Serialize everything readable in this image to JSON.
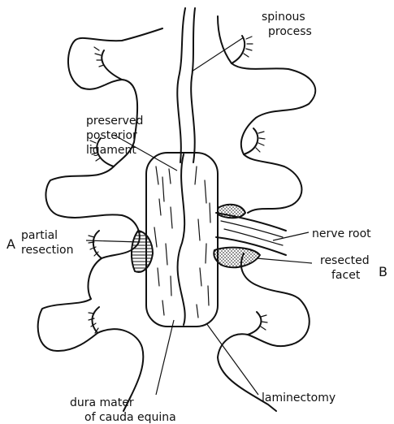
{
  "labels": {
    "spinous_l1": "spinous",
    "spinous_l2": "process",
    "preserved_l1": "preserved",
    "preserved_l2": "posterior",
    "preserved_l3": "ligament",
    "partial_l1": "partial",
    "partial_l2": "resection",
    "marker_a": "A",
    "marker_b": "B",
    "nerve_root": "nerve root",
    "resected_l1": "resected",
    "resected_l2": "facet",
    "dura_l1": "dura mater",
    "dura_l2": "of cauda equina",
    "laminectomy": "laminectomy"
  },
  "colors": {
    "ink": "#111111",
    "background": "#ffffff"
  }
}
